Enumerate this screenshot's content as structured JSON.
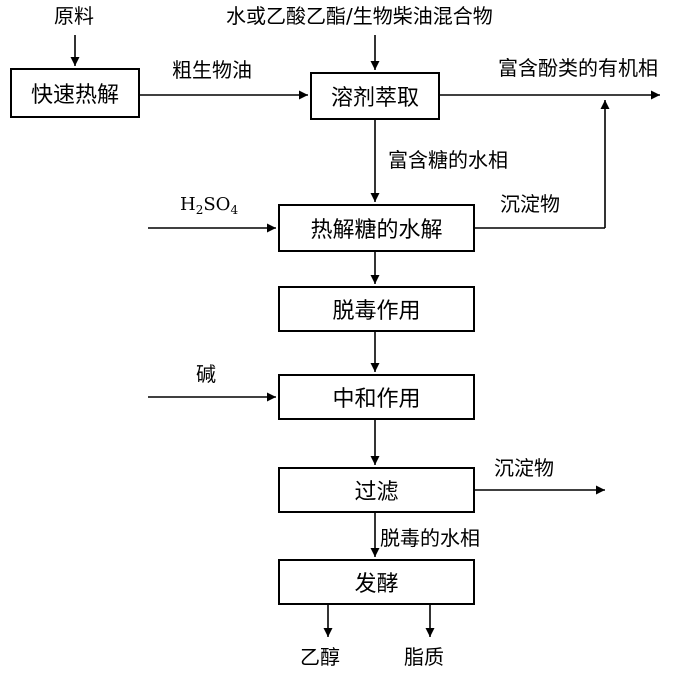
{
  "nodes": {
    "pyrolysis": "快速热解",
    "extraction": "溶剂萃取",
    "hydrolysis": "热解糖的水解",
    "detox": "脱毒作用",
    "neutralization": "中和作用",
    "filtration": "过滤",
    "fermentation": "发酵"
  },
  "labels": {
    "raw_material": "原料",
    "solvent": "水或乙酸乙酯/生物柴油混合物",
    "crude_bio_oil": "粗生物油",
    "phenol_phase": "富含酚类的有机相",
    "sugar_phase": "富含糖的水相",
    "acid_h": "H",
    "acid_h_sub": "2",
    "acid_so": "SO",
    "acid_so_sub": "4",
    "precipitate_1": "沉淀物",
    "alkali": "碱",
    "precipitate_2": "沉淀物",
    "detox_water_phase": "脱毒的水相",
    "ethanol": "乙醇",
    "lipid": "脂质"
  }
}
